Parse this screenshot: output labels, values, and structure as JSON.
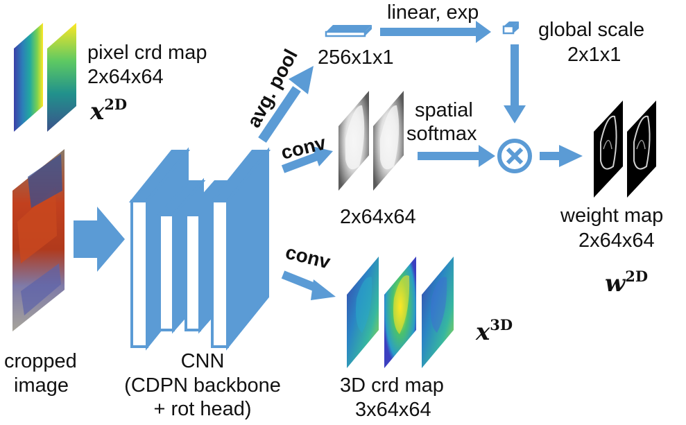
{
  "colors": {
    "accent": "#5b9bd5",
    "viridis_low": "#440154",
    "viridis_mid": "#21918c",
    "viridis_high": "#fde725"
  },
  "pixel_map": {
    "name": "pixel crd map",
    "shape": "2x64x64",
    "symbol": "x",
    "sup": "2D"
  },
  "input": {
    "line1": "cropped",
    "line2": "image"
  },
  "cnn": {
    "line1": "CNN",
    "line2": "(CDPN backbone",
    "line3": "+ rot head)"
  },
  "ops": {
    "avg_pool": "avg. pool",
    "conv_top": "conv",
    "conv_bottom": "conv",
    "linear_exp": "linear, exp"
  },
  "pooled": {
    "shape": "256x1x1"
  },
  "global_scale": {
    "name": "global scale",
    "shape": "2x1x1"
  },
  "spatial": {
    "line1": "spatial",
    "line2": "softmax"
  },
  "mid_map": {
    "shape": "2x64x64"
  },
  "multiply": {
    "symbol": "×"
  },
  "weight_map": {
    "name": "weight map",
    "shape": "2x64x64",
    "symbol": "w",
    "sup": "2D"
  },
  "coord3d": {
    "name": "3D crd map",
    "shape": "3x64x64",
    "symbol": "x",
    "sup": "3D"
  }
}
